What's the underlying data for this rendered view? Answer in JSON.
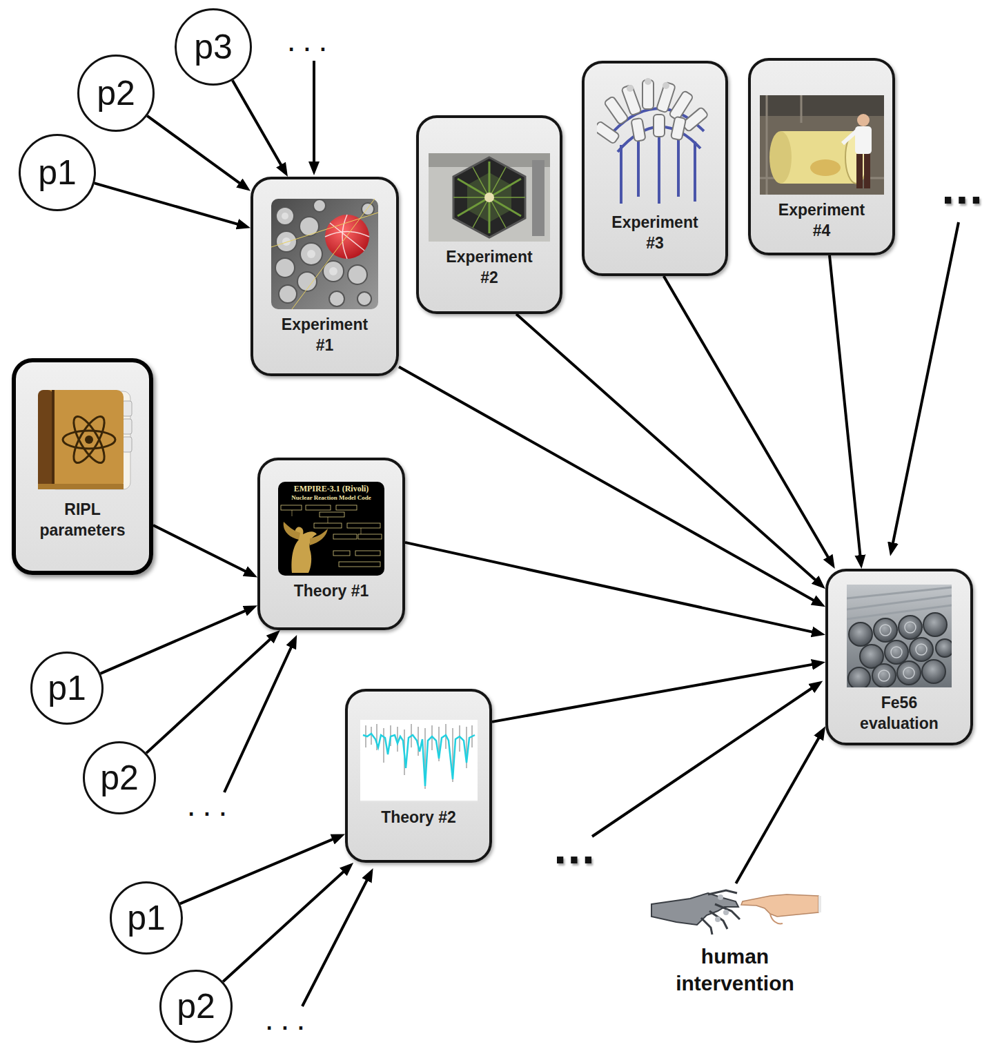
{
  "diagram": {
    "nodes": [
      {
        "text": [
          "p3"
        ]
      },
      {
        "text": [
          "p2"
        ]
      },
      {
        "text": [
          "p1"
        ]
      },
      {
        "text": [
          "Experiment #1"
        ]
      },
      {
        "text": [
          "Experiment #2"
        ]
      },
      {
        "text": [
          "Experiment #3"
        ]
      },
      {
        "text": [
          "Experiment #4"
        ]
      },
      {
        "text": [
          "RIPL parameters"
        ]
      },
      {
        "text": [
          "Theory #1"
        ]
      },
      {
        "text": [
          "p1"
        ]
      },
      {
        "text": [
          "p2"
        ]
      },
      {
        "text": [
          "Fe56 evaluation"
        ]
      },
      {
        "text": [
          "Theory #2"
        ]
      },
      {
        "text": [
          "p1"
        ]
      },
      {
        "text": [
          "p2"
        ]
      },
      {
        "text": [
          "human intervention"
        ]
      }
    ],
    "edges": [
      {
        "from": 0,
        "to": 3,
        "arrow": "to"
      },
      {
        "from": 1,
        "to": 3,
        "arrow": "to"
      },
      {
        "from": 2,
        "to": 3,
        "arrow": "to"
      },
      {
        "from": 3,
        "to": 11,
        "arrow": "to"
      },
      {
        "from": 4,
        "to": 11,
        "arrow": "to"
      },
      {
        "from": 5,
        "to": 11,
        "arrow": "to"
      },
      {
        "from": 6,
        "to": 11,
        "arrow": "to"
      },
      {
        "from": 7,
        "to": 8,
        "arrow": "to"
      },
      {
        "from": 8,
        "to": 11,
        "arrow": "to"
      },
      {
        "from": 9,
        "to": 8,
        "arrow": "to"
      },
      {
        "from": 10,
        "to": 8,
        "arrow": "to"
      },
      {
        "from": 12,
        "to": 11,
        "arrow": "to"
      },
      {
        "from": 13,
        "to": 12,
        "arrow": "to"
      },
      {
        "from": 14,
        "to": 12,
        "arrow": "to"
      },
      {
        "from": 15,
        "to": 11,
        "arrow": "to"
      }
    ],
    "labels": [
      "...",
      "...",
      "EMPIRE-3.1 (Rivoli)",
      "Nuclear Reaction Model Code",
      "...",
      "...",
      "..."
    ]
  }
}
